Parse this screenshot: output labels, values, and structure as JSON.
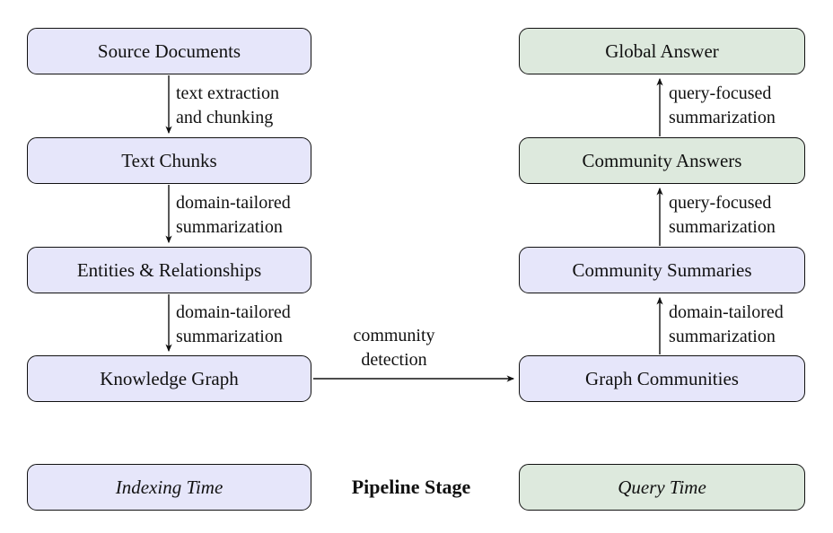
{
  "diagram": {
    "description": "GraphRAG pipeline flow diagram",
    "indexing_nodes": [
      {
        "id": "source-documents",
        "label": "Source Documents",
        "tone": "indexing"
      },
      {
        "id": "text-chunks",
        "label": "Text Chunks",
        "tone": "indexing"
      },
      {
        "id": "entities-relationships",
        "label": "Entities & Relationships",
        "tone": "indexing"
      },
      {
        "id": "knowledge-graph",
        "label": "Knowledge Graph",
        "tone": "indexing"
      }
    ],
    "query_nodes": [
      {
        "id": "global-answer",
        "label": "Global Answer",
        "tone": "query"
      },
      {
        "id": "community-answers",
        "label": "Community Answers",
        "tone": "query"
      },
      {
        "id": "community-summaries",
        "label": "Community Summaries",
        "tone": "indexing"
      },
      {
        "id": "graph-communities",
        "label": "Graph Communities",
        "tone": "indexing"
      }
    ],
    "edge_labels": {
      "source_to_chunks": "text extraction\nand chunking",
      "chunks_to_entities": "domain-tailored\nsummarization",
      "entities_to_graph": "domain-tailored\nsummarization",
      "graph_to_communities": "community\ndetection",
      "communities_to_summaries": "domain-tailored\nsummarization",
      "summaries_to_answers": "query-focused\nsummarization",
      "answers_to_global": "query-focused\nsummarization"
    },
    "legend": {
      "indexing_label": "Indexing Time",
      "center_label": "Pipeline Stage",
      "query_label": "Query Time"
    },
    "colors": {
      "indexing_fill": "#e6e6fa",
      "query_fill": "#dde9dd",
      "node_border": "#111111",
      "arrow": "#111111",
      "text": "#111111",
      "background": "#ffffff"
    }
  }
}
